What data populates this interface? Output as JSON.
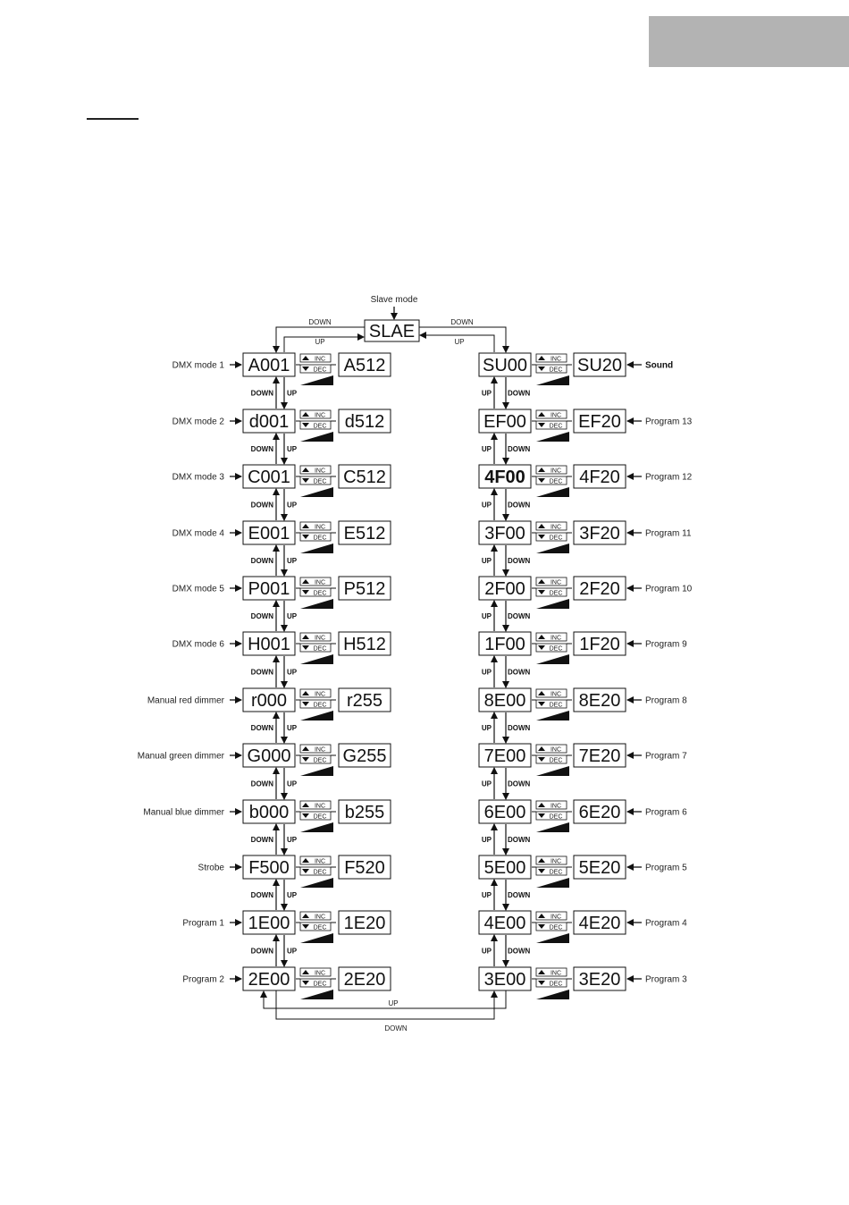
{
  "diagram": {
    "top": {
      "label": "Slave mode",
      "display": "SLAE"
    },
    "loop_labels": {
      "down": "DOWN",
      "up": "UP"
    },
    "nav_labels": {
      "down": "DOWN",
      "up": "UP"
    },
    "keys": {
      "inc": "INC",
      "dec": "DEC"
    },
    "left_rows": [
      {
        "label": "DMX mode 1",
        "start": "A001",
        "end": "A512"
      },
      {
        "label": "DMX mode 2",
        "start": "d001",
        "end": "d512"
      },
      {
        "label": "DMX mode 3",
        "start": "C001",
        "end": "C512"
      },
      {
        "label": "DMX mode 4",
        "start": "E001",
        "end": "E512"
      },
      {
        "label": "DMX mode 5",
        "start": "P001",
        "end": "P512"
      },
      {
        "label": "DMX mode 6",
        "start": "H001",
        "end": "H512"
      },
      {
        "label": "Manual red dimmer",
        "start": "r000",
        "end": "r255"
      },
      {
        "label": "Manual green dimmer",
        "start": "G000",
        "end": "G255"
      },
      {
        "label": "Manual blue dimmer",
        "start": "b000",
        "end": "b255"
      },
      {
        "label": "Strobe",
        "start": "F500",
        "end": "F520"
      },
      {
        "label": "Program 1",
        "start": "1E00",
        "end": "1E20"
      },
      {
        "label": "Program 2",
        "start": "2E00",
        "end": "2E20"
      }
    ],
    "right_rows": [
      {
        "label": "Sound",
        "start": "SU00",
        "end": "SU20"
      },
      {
        "label": "Program 13",
        "start": "EF00",
        "end": "EF20"
      },
      {
        "label": "Program 12",
        "start": "4F00",
        "end": "4F20"
      },
      {
        "label": "Program 11",
        "start": "3F00",
        "end": "3F20"
      },
      {
        "label": "Program 10",
        "start": "2F00",
        "end": "2F20"
      },
      {
        "label": "Program 9",
        "start": "1F00",
        "end": "1F20"
      },
      {
        "label": "Program 8",
        "start": "8E00",
        "end": "8E20"
      },
      {
        "label": "Program 7",
        "start": "7E00",
        "end": "7E20"
      },
      {
        "label": "Program 6",
        "start": "6E00",
        "end": "6E20"
      },
      {
        "label": "Program 5",
        "start": "5E00",
        "end": "5E20"
      },
      {
        "label": "Program 4",
        "start": "4E00",
        "end": "4E20"
      },
      {
        "label": "Program 3",
        "start": "3E00",
        "end": "3E20"
      }
    ]
  }
}
